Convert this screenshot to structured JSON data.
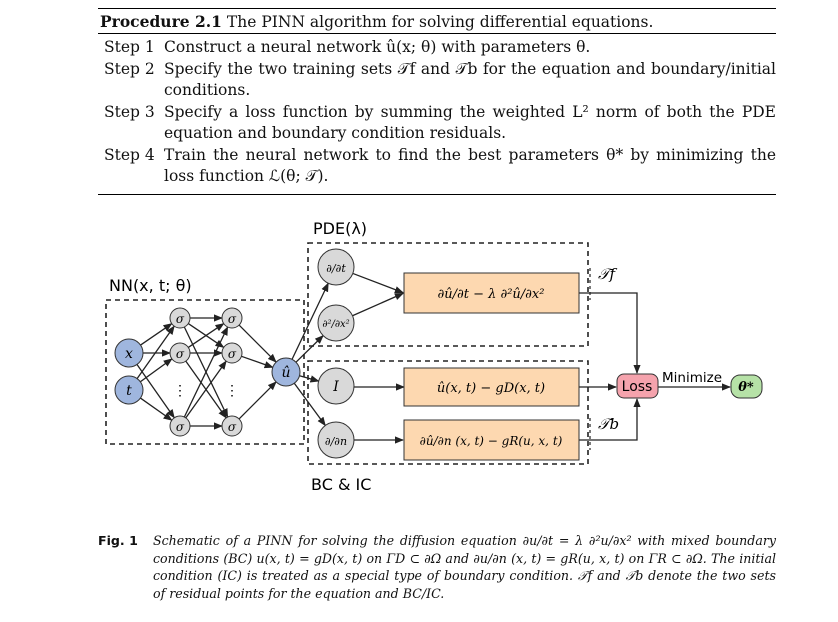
{
  "procedure": {
    "label": "Procedure 2.1",
    "title": "The PINN algorithm for solving differential equations.",
    "steps": [
      {
        "num": "Step 1",
        "text": "Construct a neural network û(x; θ) with parameters θ."
      },
      {
        "num": "Step 2",
        "text": "Specify the two training sets 𝒯f and 𝒯b for the equation and boundary/initial conditions."
      },
      {
        "num": "Step 3",
        "text": "Specify a loss function by summing the weighted L² norm of both the PDE equation and boundary condition residuals."
      },
      {
        "num": "Step 4",
        "text": "Train the neural network to find the best parameters θ* by minimizing the loss function ℒ(θ; 𝒯)."
      }
    ]
  },
  "diagram": {
    "nn_label": "NN(x, t; θ)",
    "pde_label": "PDE(λ)",
    "bc_label": "BC & IC",
    "input_x": "x",
    "input_t": "t",
    "sigma": "σ",
    "dots": "⋮",
    "output": "û",
    "op_dt": "∂/∂t",
    "op_dxx": "∂²/∂x²",
    "op_identity": "I",
    "op_dn": "∂/∂n",
    "res_pde": "∂û/∂t − λ ∂²û/∂x²",
    "res_bc1": "û(x, t) − gD(x, t)",
    "res_bc2": "∂û/∂n (x, t) − gR(u, x, t)",
    "tf_label": "𝒯f",
    "tb_label": "𝒯b",
    "loss": "Loss",
    "minimize": "Minimize",
    "theta_star": "θ*",
    "colors": {
      "input": "#9fb6de",
      "hidden": "#d9d9d9",
      "residual": "#fdd8b0",
      "loss": "#f5a3ad",
      "theta": "#b6e2a7"
    }
  },
  "caption": {
    "label": "Fig. 1",
    "text": "Schematic of a PINN for solving the diffusion equation ∂u/∂t = λ ∂²u/∂x² with mixed boundary conditions (BC) u(x, t) = gD(x, t) on ΓD ⊂ ∂Ω and ∂u/∂n (x, t) = gR(u, x, t) on ΓR ⊂ ∂Ω. The initial condition (IC) is treated as a special type of boundary condition. 𝒯f and 𝒯b denote the two sets of residual points for the equation and BC/IC."
  }
}
